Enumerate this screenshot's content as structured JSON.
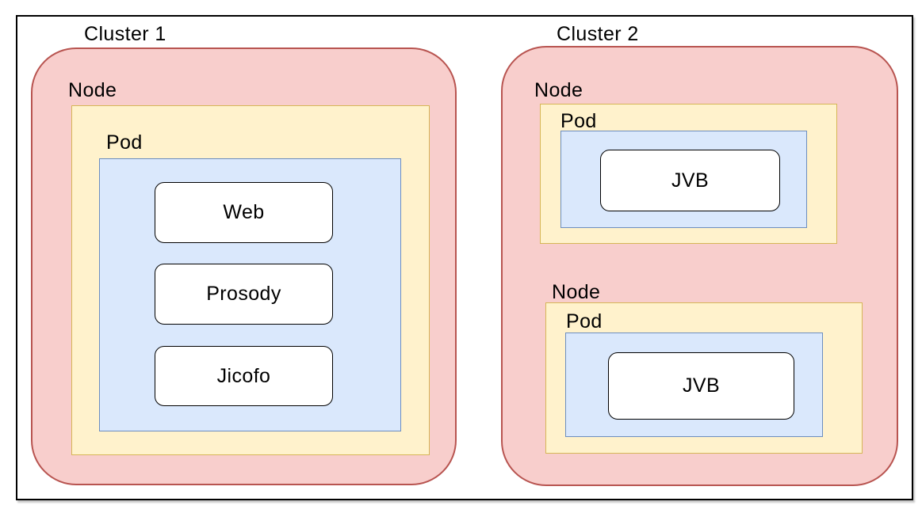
{
  "diagram": {
    "description": "Kubernetes-style deployment diagram with two clusters",
    "clusters": [
      {
        "label": "Cluster 1",
        "node_groups": [
          {
            "node_label": "Node",
            "pods": [
              {
                "pod_label": "Pod",
                "containers": [
                  {
                    "label": "Web"
                  },
                  {
                    "label": "Prosody"
                  },
                  {
                    "label": "Jicofo"
                  }
                ]
              }
            ]
          }
        ]
      },
      {
        "label": "Cluster 2",
        "node_groups": [
          {
            "node_label": "Node",
            "pods": [
              {
                "pod_label": "Pod",
                "containers": [
                  {
                    "label": "JVB"
                  }
                ]
              }
            ]
          },
          {
            "node_label": "Node",
            "pods": [
              {
                "pod_label": "Pod",
                "containers": [
                  {
                    "label": "JVB"
                  }
                ]
              }
            ]
          }
        ]
      }
    ],
    "colors": {
      "node_fill": "#f8cecc",
      "node_stroke": "#b85450",
      "pod_fill": "#fff2cc",
      "pod_stroke": "#d6b656",
      "workload_fill": "#dae8fc",
      "workload_stroke": "#6c8ebf",
      "container_fill": "#ffffff",
      "container_stroke": "#000000",
      "frame_stroke": "#000000",
      "text": "#000000"
    }
  }
}
